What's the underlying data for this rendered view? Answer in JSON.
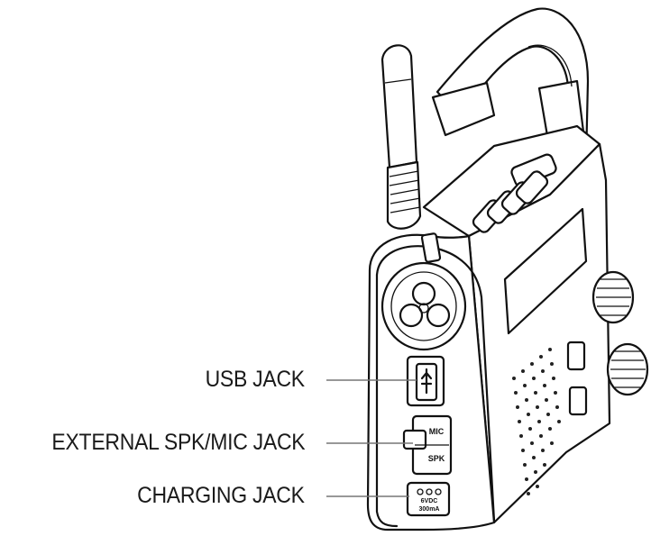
{
  "callouts": {
    "usb_jack": "USB JACK",
    "spk_mic_jack": "EXTERNAL SPK/MIC JACK",
    "charging_jack": "CHARGING JACK"
  },
  "device_text": {
    "mic": "MIC",
    "spk": "SPK",
    "charge_voltage": "6VDC",
    "charge_current": "300mA"
  }
}
